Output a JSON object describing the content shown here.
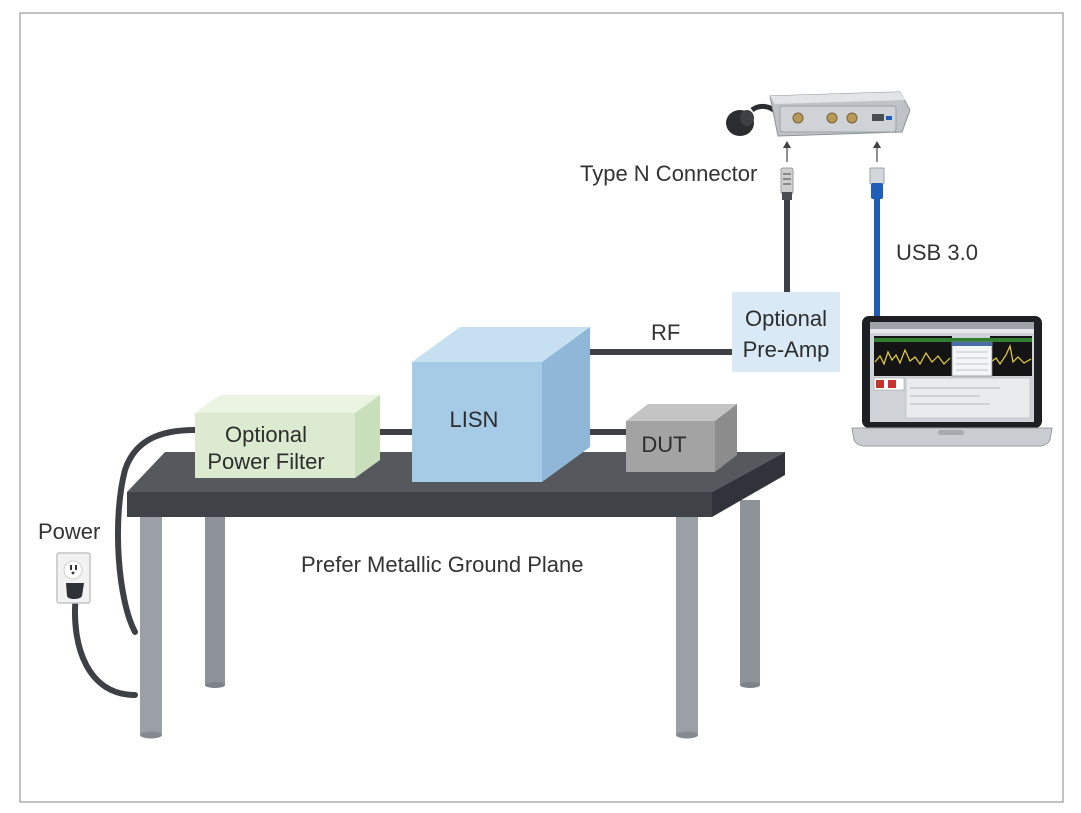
{
  "labels": {
    "type_n_connector": "Type N Connector",
    "usb": "USB 3.0",
    "rf": "RF",
    "power": "Power",
    "ground_plane": "Prefer Metallic Ground Plane"
  },
  "boxes": {
    "preamp": [
      "Optional",
      "Pre-Amp"
    ],
    "lisn": "LISN",
    "power_filter": [
      "Optional",
      "Power Filter"
    ],
    "dut": "DUT"
  },
  "colors": {
    "preamp_fill": "#d9eaf6",
    "lisn_front": "#a6cbe6",
    "lisn_top": "#c7e0f1",
    "lisn_side": "#8fb8d8",
    "filter_front": "#dcebd0",
    "filter_top": "#eaf4e0",
    "filter_side": "#c9debb",
    "dut_front": "#a3a3a3",
    "dut_top": "#c4c4c4",
    "dut_side": "#8c8c8c",
    "table_top": "#55595e",
    "table_leg": "#9aa0a5",
    "cable_dark": "#3d4044",
    "cable_usb": "#1f5db8",
    "border": "#9a9a9a"
  },
  "icons": [
    "arrow-up-icon",
    "usb-plug-icon",
    "n-connector-plug-icon",
    "wall-outlet-icon",
    "power-plug-icon",
    "spectrum-analyzer-device",
    "laptop-icon"
  ]
}
